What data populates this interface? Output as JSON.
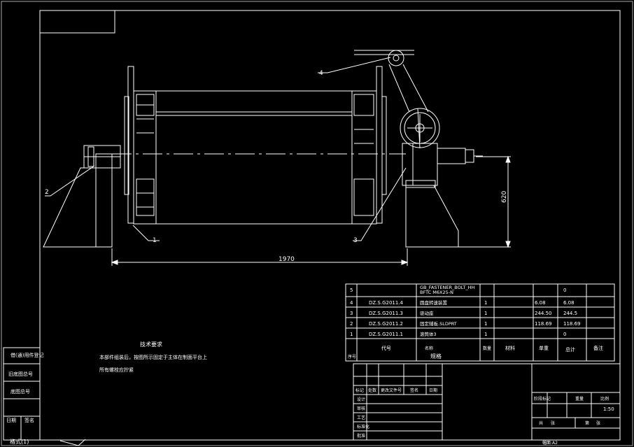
{
  "dimensions": {
    "width_value": "1970",
    "height_value": "620"
  },
  "callouts": [
    "1",
    "2",
    "3",
    "4"
  ],
  "notes": {
    "title": "技术要求",
    "lines": [
      "本部件组装后，按图所示固定于主体在制面平台上",
      "所有螺栓应拧紧"
    ]
  },
  "bom": {
    "rows": [
      {
        "no": "5",
        "code": "",
        "name": "GB_FASTENER_BOLT_HH\nBFTC M6X25-N",
        "qty": "",
        "unit_mass": "",
        "total_mass": "0"
      },
      {
        "no": "4",
        "code": "DZ.S.G2011.4",
        "name": "圆盘转速装置",
        "qty": "1",
        "unit_mass": "6.08",
        "total_mass": "6.08"
      },
      {
        "no": "3",
        "code": "DZ.S.G2011.3",
        "name": "驱动座",
        "qty": "1",
        "unit_mass": "244.50",
        "total_mass": "244.5"
      },
      {
        "no": "2",
        "code": "DZ.S.G2011.2",
        "name": "固定辅板.SLDPRT",
        "qty": "1",
        "unit_mass": "118.69",
        "total_mass": "118.69"
      },
      {
        "no": "1",
        "code": "DZ.S.G2011.1",
        "name": "滚筒体3",
        "qty": "1",
        "unit_mass": "",
        "total_mass": "0"
      }
    ],
    "header": {
      "no": "序号",
      "code": "代号",
      "name": "名称",
      "qty": "数量",
      "material": "材料",
      "unit_mass": "单重",
      "total_mass": "总计",
      "remark": "备注"
    },
    "name_cell_extra": "规格"
  },
  "title_block": {
    "rows_left": [
      "标记",
      "处数",
      "更改文件号",
      "签名",
      "日期"
    ],
    "labels": [
      "设计",
      "审核",
      "工艺",
      "标准化",
      "批准"
    ],
    "stage_labels": [
      "阶段标记",
      "重量",
      "比例"
    ],
    "scale": "1:50",
    "sheet": [
      "共",
      "张",
      "第",
      "张"
    ],
    "format": "幅面:A2"
  },
  "side_strip": [
    "借(通)用件登记",
    "旧底图总号",
    "底图总号",
    "日期",
    "签名"
  ],
  "bottom_left": "格式(1)"
}
